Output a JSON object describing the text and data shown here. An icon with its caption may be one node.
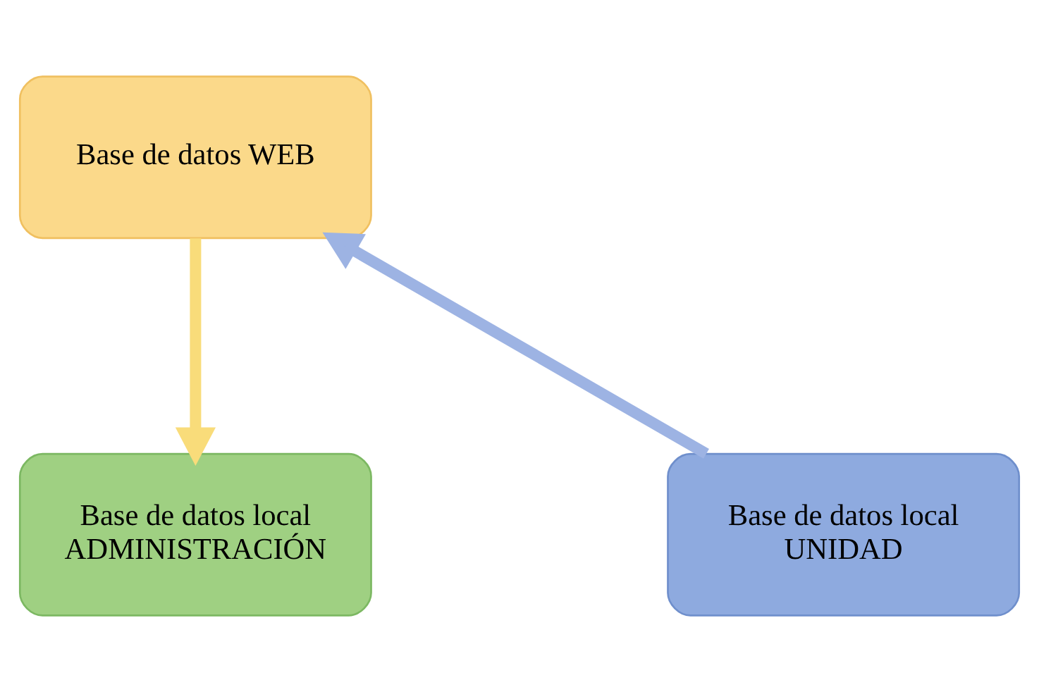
{
  "diagram": {
    "nodes": [
      {
        "text": [
          "Base de datos WEB"
        ]
      },
      {
        "text": [
          "Base de datos local UNIDAD"
        ]
      },
      {
        "text": [
          "Base de datos local ADMINISTRACIÓN"
        ]
      }
    ],
    "edges": [
      {
        "from": 1,
        "to": 0,
        "arrow": "to",
        "color": "#9db3e3"
      },
      {
        "from": 0,
        "to": 2,
        "arrow": "to",
        "color": "#f9dc7a"
      }
    ]
  }
}
